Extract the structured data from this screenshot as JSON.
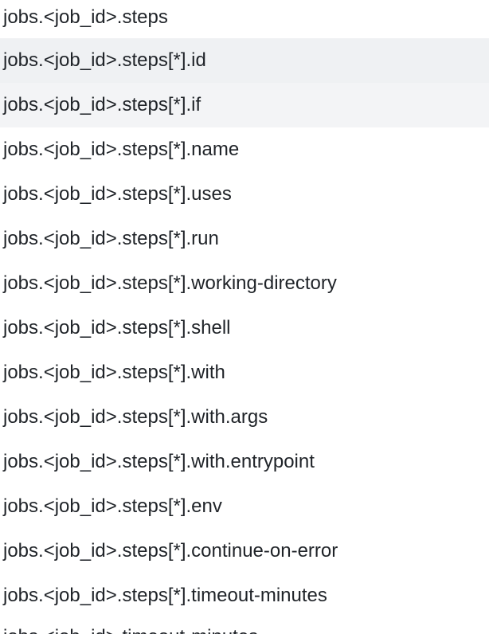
{
  "nav": {
    "items": [
      {
        "label": "jobs.<job_id>.steps",
        "state": "normal"
      },
      {
        "label": "jobs.<job_id>.steps[*].id",
        "state": "highlight"
      },
      {
        "label": "jobs.<job_id>.steps[*].if",
        "state": "selected"
      },
      {
        "label": "jobs.<job_id>.steps[*].name",
        "state": "normal"
      },
      {
        "label": "jobs.<job_id>.steps[*].uses",
        "state": "normal"
      },
      {
        "label": "jobs.<job_id>.steps[*].run",
        "state": "normal"
      },
      {
        "label": "jobs.<job_id>.steps[*].working-directory",
        "state": "normal"
      },
      {
        "label": "jobs.<job_id>.steps[*].shell",
        "state": "normal"
      },
      {
        "label": "jobs.<job_id>.steps[*].with",
        "state": "normal"
      },
      {
        "label": "jobs.<job_id>.steps[*].with.args",
        "state": "normal"
      },
      {
        "label": "jobs.<job_id>.steps[*].with.entrypoint",
        "state": "normal"
      },
      {
        "label": "jobs.<job_id>.steps[*].env",
        "state": "normal"
      },
      {
        "label": "jobs.<job_id>.steps[*].continue-on-error",
        "state": "normal"
      },
      {
        "label": "jobs.<job_id>.steps[*].timeout-minutes",
        "state": "normal"
      },
      {
        "label": "jobs.<job_id>.timeout-minutes",
        "state": "normal"
      }
    ]
  },
  "colors": {
    "text": "#1f2328",
    "highlight_bg": "#eff1f3",
    "selected_bg": "#f3f4f6"
  }
}
